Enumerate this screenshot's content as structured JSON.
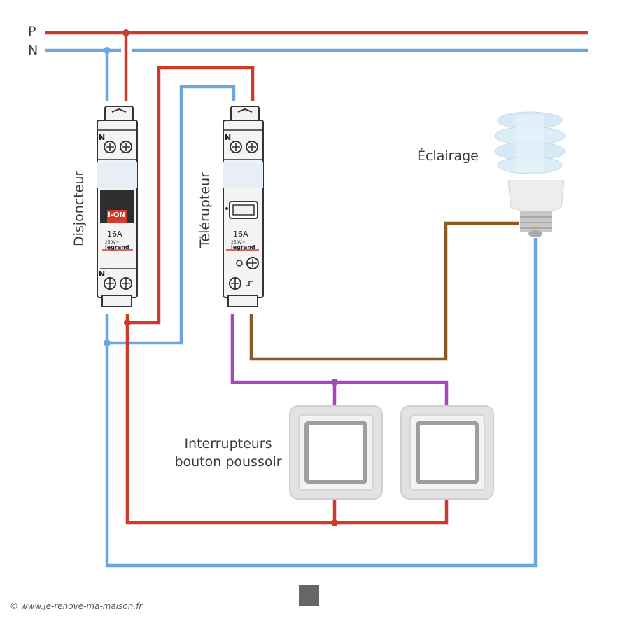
{
  "rails": {
    "phase": "P",
    "neutral": "N"
  },
  "labels": {
    "breaker": "Disjoncteur",
    "relay": "Télérupteur",
    "lighting": "Éclairage",
    "switches_line1": "Interrupteurs",
    "switches_line2": "bouton poussoir"
  },
  "breaker_face": {
    "handle_text": "I-ON",
    "rating": "16A",
    "voltage": "250V~",
    "brand": "legrand",
    "terminal_top": "N",
    "terminal_bottom": "N"
  },
  "relay_face": {
    "rating": "16A",
    "voltage": "250V~",
    "brand": "legrand",
    "terminal_top": "N"
  },
  "credit": "© www.je-renove-ma-maison.fr",
  "colors": {
    "phase": "#cc3a2c",
    "neutral": "#6aa7e0",
    "switch_return": "#a448bd",
    "lamp_feed": "#8b5a23"
  }
}
